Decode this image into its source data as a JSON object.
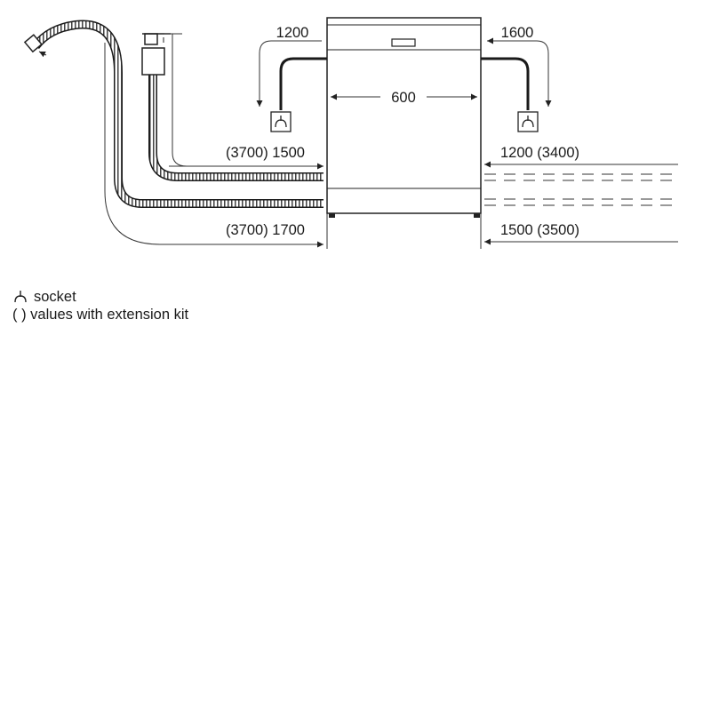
{
  "dimensions": {
    "inlet_left_reach": "1200",
    "inlet_right_reach": "1600",
    "appliance_width": "600",
    "hose_left_upper": "(3700) 1500",
    "hose_right_upper": "1200 (3400)",
    "hose_left_lower": "(3700) 1700",
    "hose_right_lower": "1500 (3500)"
  },
  "legend": {
    "socket_label": "socket",
    "extension_paren": "( )",
    "extension_label": "values with extension kit"
  },
  "icons": [
    "socket-icon",
    "drain-hose-icon",
    "water-inlet-icon",
    "appliance-icon"
  ]
}
